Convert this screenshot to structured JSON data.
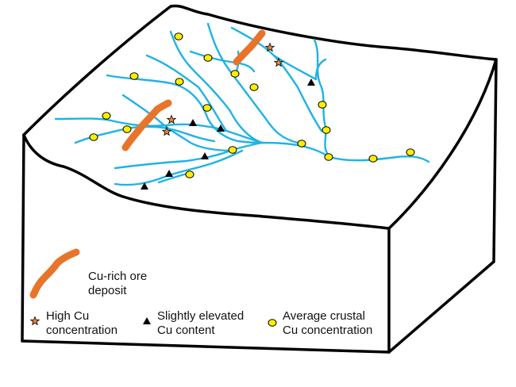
{
  "colors": {
    "outline": "#000000",
    "stream": "#1fb3e3",
    "ore": "#e8742a",
    "high_marker": "#e8823a",
    "average_marker": "#ffee00",
    "elevated_marker": "#000000"
  },
  "legend": {
    "ore_label": "Cu-rich ore\ndeposit",
    "high_label": "High Cu\nconcentration",
    "elevated_label": "Slightly elevated\nCu content",
    "average_label": "Average crustal\nCu concentration"
  },
  "icons": {
    "high": "star-icon",
    "elevated": "triangle-icon",
    "average": "circle-icon",
    "ore": "ore-stripe-icon"
  }
}
